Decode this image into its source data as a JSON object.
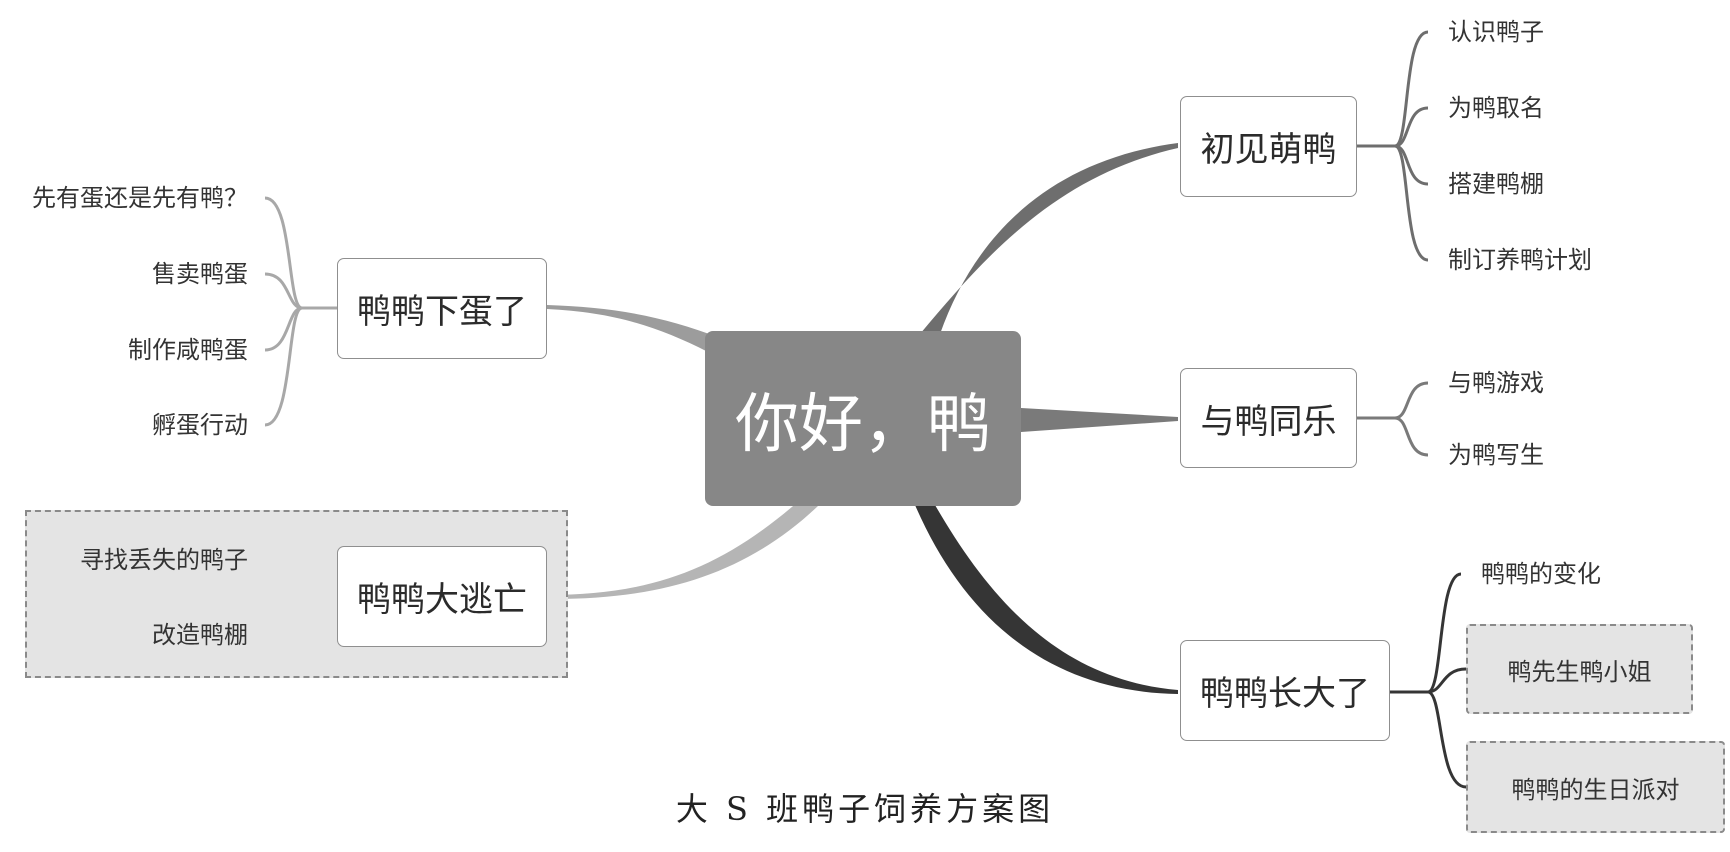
{
  "central": "你好，鸭",
  "branches": {
    "chujian": {
      "label": "初见萌鸭",
      "children": [
        "认识鸭子",
        "为鸭取名",
        "搭建鸭棚",
        "制订养鸭计划"
      ]
    },
    "yuya": {
      "label": "与鸭同乐",
      "children": [
        "与鸭游戏",
        "为鸭写生"
      ]
    },
    "zhangda": {
      "label": "鸭鸭长大了",
      "children": [
        "鸭鸭的变化",
        "鸭先生鸭小姐",
        "鸭鸭的生日派对"
      ]
    },
    "xiadan": {
      "label": "鸭鸭下蛋了",
      "children": [
        "先有蛋还是先有鸭？",
        "售卖鸭蛋",
        "制作咸鸭蛋",
        "孵蛋行动"
      ]
    },
    "taowang": {
      "label": "鸭鸭大逃亡",
      "children": [
        "寻找丢失的鸭子",
        "改造鸭棚"
      ]
    }
  },
  "caption": "大 S 班鸭子饲养方案图",
  "colors": {
    "central_fill": "#878787",
    "node_border": "#8f8f8f",
    "dashed_fill": "#e4e4e4",
    "connector_dark": "#3a3a3a",
    "connector_mid": "#6e6e6e",
    "connector_light": "#b5b5b5"
  }
}
